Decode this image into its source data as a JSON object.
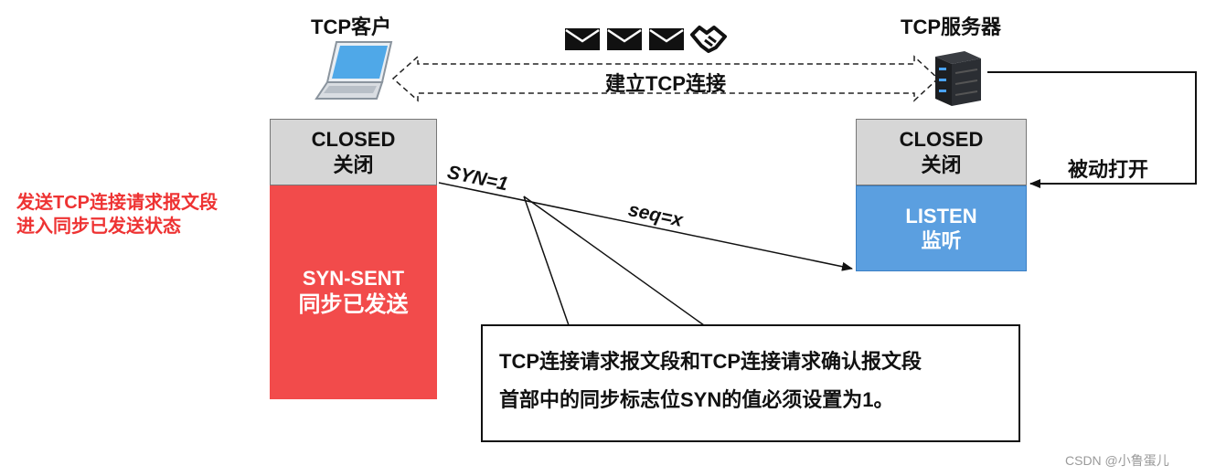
{
  "client": {
    "label": "TCP客户"
  },
  "server": {
    "label": "TCP服务器"
  },
  "connection": {
    "label": "建立TCP连接"
  },
  "client_states": {
    "closed": {
      "en": "CLOSED",
      "zh": "关闭"
    },
    "syn_sent": {
      "en": "SYN-SENT",
      "zh": "同步已发送"
    }
  },
  "server_states": {
    "closed": {
      "en": "CLOSED",
      "zh": "关闭"
    },
    "listen": {
      "en": "LISTEN",
      "zh": "监听"
    }
  },
  "segment": {
    "syn": "SYN=1",
    "seq": "seq=x"
  },
  "passive_open": "被动打开",
  "left_note": {
    "line1": "发送TCP连接请求报文段",
    "line2": "进入同步已发送状态"
  },
  "callout": {
    "line1": "TCP连接请求报文段和TCP连接请求确认报文段",
    "line2": "首部中的同步标志位SYN的值必须设置为1。"
  },
  "watermark": "CSDN @小鲁蛋儿",
  "colors": {
    "closed_fill": "#d6d6d6",
    "syn_sent_fill": "#f24b4b",
    "listen_fill": "#5b9fe0",
    "left_note_text": "#ee3333"
  },
  "icons": [
    "laptop-icon",
    "server-icon",
    "envelope-icon",
    "handshake-icon"
  ]
}
